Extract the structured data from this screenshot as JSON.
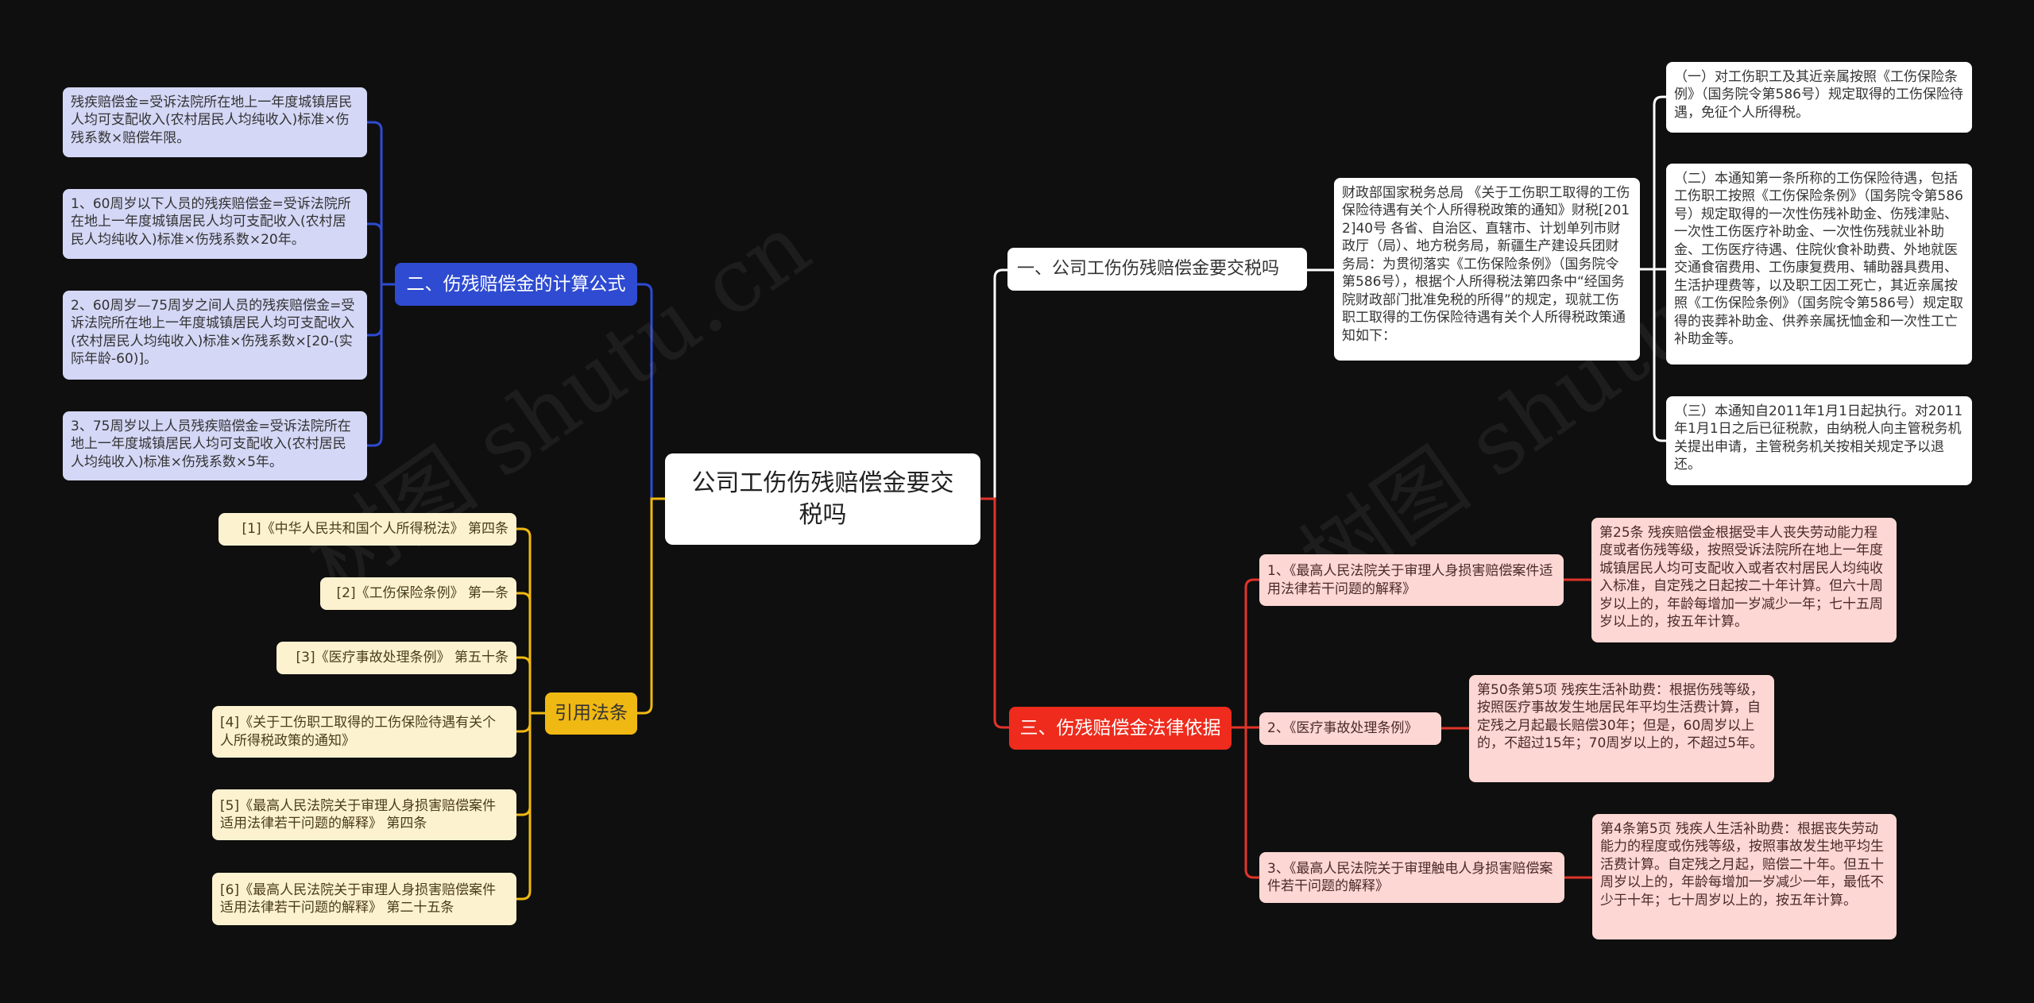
{
  "root": {
    "title": "公司工伤伤残赔偿金要交税吗"
  },
  "branches": {
    "tax": {
      "label": "一、公司工伤伤残赔偿金要交税吗",
      "notice": "财政部国家税务总局 《关于工伤职工取得的工伤保险待遇有关个人所得税政策的通知》财税[2012]40号 各省、自治区、直辖市、计划单列市财政厅（局）、地方税务局，新疆生产建设兵团财务局：为贯彻落实《工伤保险条例》（国务院令第586号），根据个人所得税法第四条中“经国务院财政部门批准免税的所得”的规定，现就工伤职工取得的工伤保险待遇有关个人所得税政策通知如下：",
      "items": [
        "（一）对工伤职工及其近亲属按照《工伤保险条例》（国务院令第586号）规定取得的工伤保险待遇，免征个人所得税。",
        "（二）本通知第一条所称的工伤保险待遇，包括工伤职工按照《工伤保险条例》（国务院令第586号）规定取得的一次性伤残补助金、伤残津贴、一次性工伤医疗补助金、一次性伤残就业补助金、工伤医疗待遇、住院伙食补助费、外地就医交通食宿费用、工伤康复费用、辅助器具费用、生活护理费等，以及职工因工死亡，其近亲属按照《工伤保险条例》（国务院令第586号）规定取得的丧葬补助金、供养亲属抚恤金和一次性工亡补助金等。",
        "（三）本通知自2011年1月1日起执行。对2011年1月1日之后已征税款，由纳税人向主管税务机关提出申请，主管税务机关按相关规定予以退还。"
      ]
    },
    "formula": {
      "label": "二、伤残赔偿金的计算公式",
      "items": [
        "残疾赔偿金=受诉法院所在地上一年度城镇居民人均可支配收入(农村居民人均纯收入)标准×伤残系数×赔偿年限。",
        "1、60周岁以下人员的残疾赔偿金=受诉法院所在地上一年度城镇居民人均可支配收入(农村居民人均纯收入)标准×伤残系数×20年。",
        "2、60周岁—75周岁之间人员的残疾赔偿金=受诉法院所在地上一年度城镇居民人均可支配收入(农村居民人均纯收入)标准×伤残系数×[20-(实际年龄-60)]。",
        "3、75周岁以上人员残疾赔偿金=受诉法院所在地上一年度城镇居民人均可支配收入(农村居民人均纯收入)标准×伤残系数×5年。"
      ]
    },
    "legal": {
      "label": "三、伤残赔偿金法律依据",
      "items": [
        {
          "title": "1、《最高人民法院关于审理人身损害赔偿案件适用法律若干问题的解释》",
          "detail": "第25条 残疾赔偿金根据受丰人丧失劳动能力程度或者伤残等级，按照受诉法院所在地上一年度城镇居民人均可支配收入或者农村居民人均纯收入标准，自定残之日起按二十年计算。但六十周岁以上的，年龄每增加一岁减少一年；七十五周岁以上的，按五年计算。"
        },
        {
          "title": "2、《医疗事故处理条例》",
          "detail": "第50条第5项 残疾生活补助费：根据伤残等级，按照医疗事故发生地居民年平均生活费计算，自定残之月起最长赔偿30年；但是，60周岁以上的，不超过15年；70周岁以上的，不超过5年。"
        },
        {
          "title": "3、《最高人民法院关于审理触电人身损害赔偿案件若干问题的解释》",
          "detail": "第4条第5页 残疾人生活补助费：根据丧失劳动能力的程度或伤残等级，按照事故发生地平均生活费计算。自定残之月起，赔偿二十年。但五十周岁以上的，年龄每增加一岁减少一年，最低不少于十年；七十周岁以上的，按五年计算。"
        }
      ]
    },
    "refs": {
      "label": "引用法条",
      "items": [
        "[1]《中华人民共和国个人所得税法》 第四条",
        "[2]《工伤保险条例》 第一条",
        "[3]《医疗事故处理条例》 第五十条",
        "[4]《关于工伤职工取得的工伤保险待遇有关个人所得税政策的通知》",
        "[5]《最高人民法院关于审理人身损害赔偿案件适用法律若干问题的解释》 第四条",
        "[6]《最高人民法院关于审理人身损害赔偿案件适用法律若干问题的解释》 第二十五条"
      ]
    }
  },
  "watermark": {
    "text": "树图 shutu.cn"
  },
  "colors": {
    "background": "#0f0f0f",
    "blue": "#2e4bd1",
    "red": "#ee2b1c",
    "yellow": "#f0b813",
    "white": "#ffffff"
  }
}
